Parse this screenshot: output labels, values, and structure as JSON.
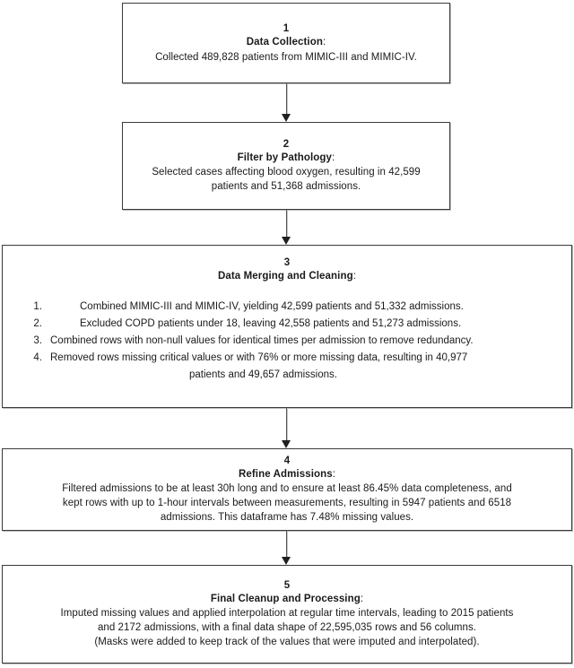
{
  "diagram": {
    "title": "Data processing pipeline flowchart",
    "type": "flowchart",
    "orientation": "top-to-bottom",
    "border_color": "#3a3a3a",
    "background_color": "#ffffff",
    "text_color": "#1a1a1a"
  },
  "steps": [
    {
      "number": "1",
      "title": "Data Collection",
      "colon": ":",
      "body": [
        "Collected 489,828 patients from MIMIC-III and MIMIC-IV."
      ]
    },
    {
      "number": "2",
      "title": "Filter by Pathology",
      "colon": ":",
      "body": [
        "Selected cases affecting blood oxygen, resulting in 42,599",
        "patients and 51,368 admissions."
      ]
    },
    {
      "number": "3",
      "title": "Data Merging and Cleaning",
      "colon": ":",
      "list": [
        {
          "marker": "1.",
          "text": "Combined MIMIC-III and MIMIC-IV, yielding 42,599 patients and 51,332 admissions."
        },
        {
          "marker": "2.",
          "text": "Excluded COPD patients under 18, leaving 42,558 patients and 51,273 admissions."
        },
        {
          "marker": "3.",
          "text": "Combined rows with non-null values for identical times per admission to remove redundancy."
        },
        {
          "marker": "4.",
          "text": "Removed rows missing critical values or with 76% or more missing data, resulting in 40,977",
          "continuation": "patients and 49,657 admissions."
        }
      ]
    },
    {
      "number": "4",
      "title": "Refine Admissions",
      "colon": ":",
      "body": [
        "Filtered admissions to be at least 30h long and to ensure at least 86.45% data completeness, and",
        "kept rows with up to 1-hour intervals between measurements, resulting in 5947 patients and 6518",
        "admissions. This dataframe has 7.48% missing values."
      ]
    },
    {
      "number": "5",
      "title": "Final Cleanup and Processing",
      "colon": ":",
      "body": [
        "Imputed missing values and applied interpolation at regular time intervals, leading to 2015 patients",
        "and 2172 admissions, with a final data shape of 22,595,035 rows and 56 columns.",
        "(Masks were added to keep track of the values that were imputed and interpolated)."
      ]
    }
  ],
  "connectors": [
    {
      "from": "1",
      "to": "2",
      "style": "arrow-down"
    },
    {
      "from": "2",
      "to": "3",
      "style": "arrow-down"
    },
    {
      "from": "3",
      "to": "4",
      "style": "arrow-down"
    },
    {
      "from": "4",
      "to": "5",
      "style": "arrow-down"
    }
  ]
}
